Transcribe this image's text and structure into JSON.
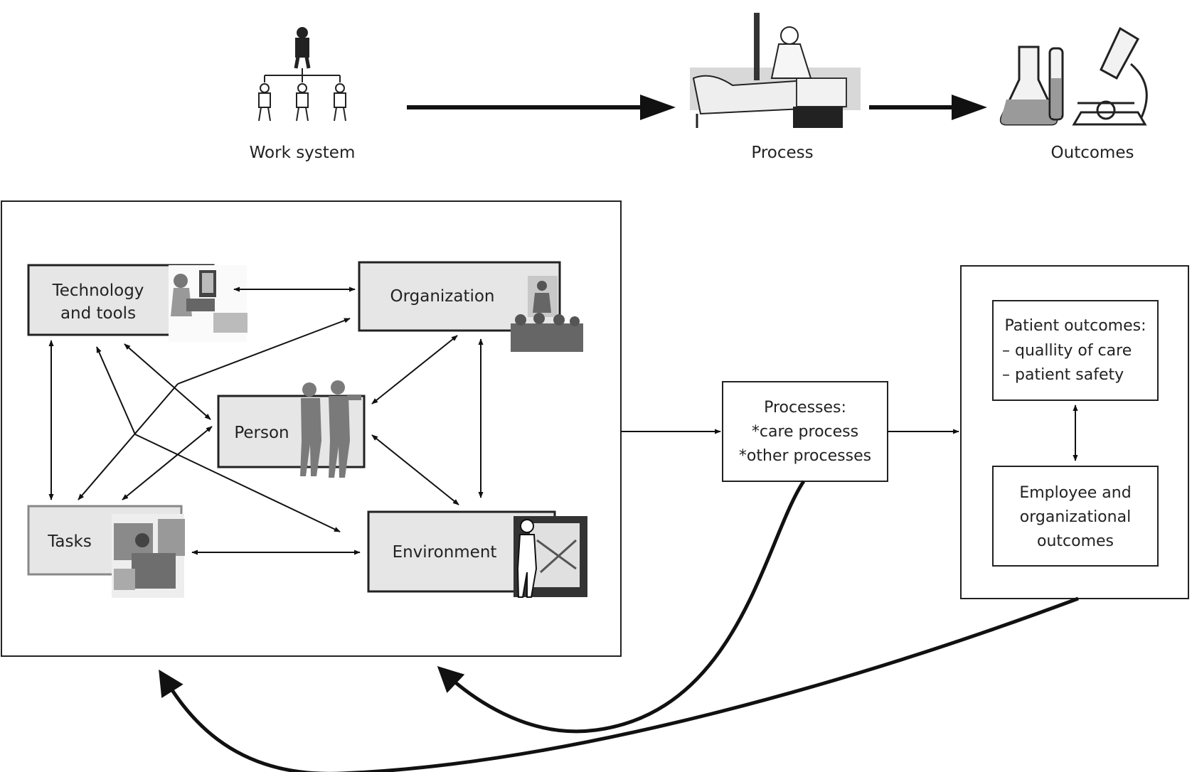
{
  "top_row": {
    "work_system": "Work system",
    "process": "Process",
    "outcomes": "Outcomes"
  },
  "work_system_components": {
    "technology": [
      "Technology",
      "and tools"
    ],
    "organization": "Organization",
    "person": "Person",
    "tasks": "Tasks",
    "environment": "Environment"
  },
  "processes_box": {
    "title": "Processes:",
    "items": [
      "*care process",
      "*other processes"
    ]
  },
  "outcomes_box": {
    "patient": [
      "Patient outcomes:",
      "– quallity of care",
      "– patient safety"
    ],
    "employee": [
      "Employee and",
      "organizational",
      "outcomes"
    ]
  },
  "icons": {
    "work_system": "org-chart-people-icon",
    "process": "hospital-bed-icon",
    "outcomes": "lab-flask-microscope-icon",
    "technology": "computer-user-icon",
    "organization": "org-people-icon",
    "person": "workers-icon",
    "tasks": "task-work-icon",
    "environment": "environment-figure-icon"
  },
  "colors": {
    "box_fill": "#e6e6e6",
    "stroke": "#111111",
    "figure": "#777777"
  }
}
